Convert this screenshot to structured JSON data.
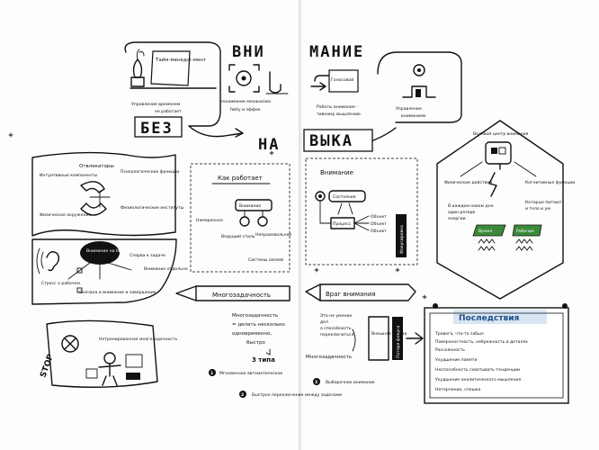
{
  "top": {
    "time_mgmt_sticker": "Тайм-менедж-мент",
    "time_mgmt_caption_1": "Управление временем",
    "time_mgmt_caption_2": "не работает",
    "brain_caption_1": "понимание механизма",
    "brain_caption_2": "fakty и эффек",
    "title_without": "БЕЗ",
    "title_attention": "ВНИ",
    "title_attention_2": "МАНИЕ",
    "title_na": "НА",
    "title_skill": "ВЫКА",
    "work_caption_1": "Работы внимание -",
    "work_caption_2": "тивному мышлению",
    "manage_caption_1": "Управление",
    "manage_caption_2": "вниманием",
    "window_sticker": "Голосовой"
  },
  "left_page": {
    "modes_title": "Отвлекаторы",
    "modes": [
      "Интуитивные компоненты",
      "Психологические функции",
      "Физиологические институты",
      "Физическое окружение"
    ],
    "distraction_label": "Внимание на беге",
    "distraction_notes": [
      "Стресс о рабочем",
      "Сперва к задаче",
      "Сначала и внимание и завершение",
      "Внимание отдельно"
    ],
    "stop_label": "STOP",
    "stop_caption": "Нетренированная многозадачность",
    "how_title": "Как работает",
    "how_items": [
      "Внимание",
      "Намеренное",
      "Ведущий стиль",
      "Непроизвольное",
      "Системы связей"
    ],
    "multitask_banner": "Многозадачность",
    "multitask_text": [
      "Многозадачность",
      "= делать несколько",
      "одновременно,",
      "быстро"
    ],
    "types_label": "3 типа",
    "type_1_num": "1",
    "type_1": "Мгновенное автоматическое",
    "type_2_num": "2",
    "type_2": "Быстрое переключение между задачами"
  },
  "right_page": {
    "attention_label": "Внимание",
    "state_label": "Состояния",
    "process_label": "Процесс",
    "objects": [
      "Объект",
      "Объект",
      "Объект"
    ],
    "focus_tag": "Фокусировка",
    "brain_center_title": "Волевой центр внимания",
    "brain_left_label": "Физические действия",
    "brain_right_label": "Когнитивные функции",
    "reserve_text": [
      "В каждом новом дне",
      "один резерв",
      "энергии"
    ],
    "feeds_text": [
      "Которые питают",
      "и тело и ум"
    ],
    "green_box_1": "Время",
    "green_box_2": "Рабочие",
    "enemy_banner": "Враг внимания",
    "enemy_left": [
      "Это не умение",
      "дел",
      "а способность",
      "переключаться"
    ],
    "enemy_mid": "Многозадачность",
    "enemy_box": "Внешняя угроза",
    "enemy_side_label": "Потеря фокуса",
    "type_3_num": "3",
    "type_3": "Выборочное внимание",
    "consequences_title": "Последствия",
    "consequences": [
      "Тревога, что-то забыл",
      "Поверхностность, небрежность в деталях",
      "Рассеянность",
      "Ухудшение памяти",
      "Неспособность схватывать тенденции",
      "Ухудшение аналитического мышления",
      "Нетерпение, спешка"
    ]
  }
}
